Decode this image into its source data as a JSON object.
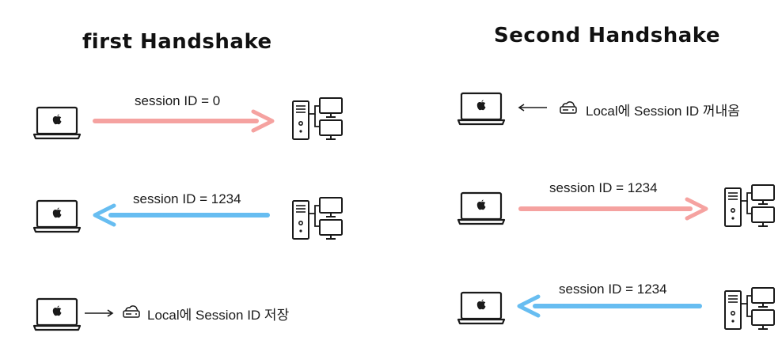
{
  "left": {
    "title": "first Handshake",
    "step1_label": "session ID = 0",
    "step2_label": "session ID = 1234",
    "step3_label": "Local에 Session ID 저장"
  },
  "right": {
    "title": "Second Handshake",
    "step1_label": "Local에 Session ID 꺼내옴",
    "step2_label": "session ID = 1234",
    "step3_label": "session ID = 1234"
  },
  "colors": {
    "request_arrow": "#f59b98",
    "response_arrow": "#5bb8f0",
    "ink": "#1a1a1a"
  },
  "icons": {
    "client": "laptop-apple-icon",
    "server": "server-monitors-icon",
    "storage": "cloud-storage-icon"
  }
}
